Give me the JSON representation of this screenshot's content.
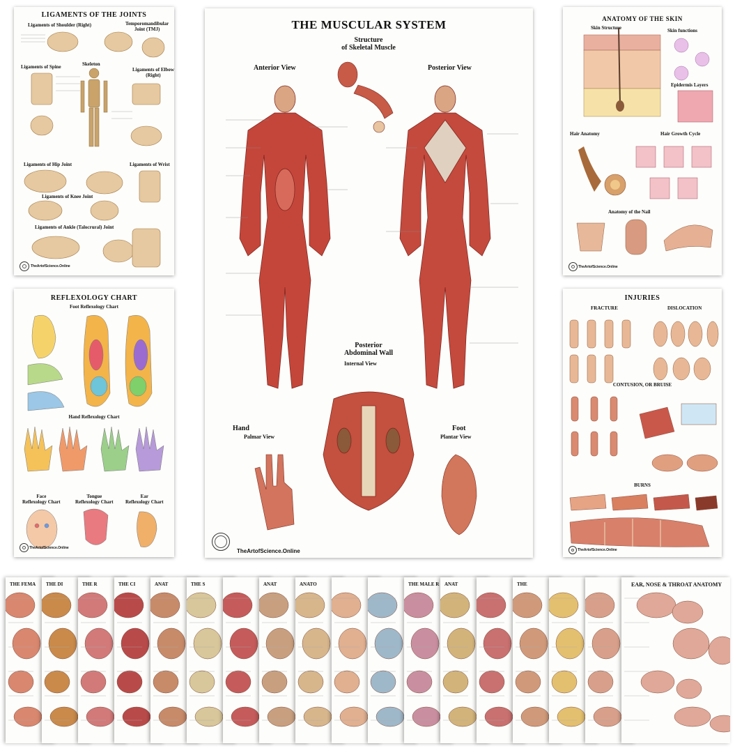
{
  "muscular": {
    "title": "THE MUSCULAR SYSTEM",
    "structure_title": "Structure\nof Skeletal Muscle",
    "anterior": "Anterior View",
    "posterior": "Posterior View",
    "abdominal": "Posterior\nAbdominal Wall",
    "internal": "Internal View",
    "hand": "Hand",
    "palmar": "Palmar View",
    "foot": "Foot",
    "plantar": "Plantar View",
    "footer": "TheArtofScience.Online"
  },
  "ligaments": {
    "title": "LIGAMENTS OF THE JOINTS",
    "shoulder": "Ligaments of Shoulder (Right)",
    "tmj": "Temporomandibular\nJoint (TMJ)",
    "spine": "Ligaments of Spine",
    "elbow": "Ligaments of Elbow\n(Right)",
    "skeleton": "Skeleton",
    "hip": "Ligaments of Hip Joint",
    "wrist": "Ligaments of Wrist",
    "knee": "Ligaments of Knee Joint",
    "ankle": "Ligaments of Ankle (Talocrural) Joint",
    "footer": "TheArtofScience.Online"
  },
  "skin": {
    "title": "ANATOMY OF THE SKIN",
    "structure": "Skin Structure",
    "functions": "Skin functions",
    "epidermis": "Epidermis Layers",
    "hair_anatomy": "Hair Anatomy",
    "hair_cycle": "Hair Growth Cycle",
    "nail": "Anatomy of the Nail",
    "footer": "TheArtofScience.Online"
  },
  "reflexology": {
    "title": "REFLEXOLOGY CHART",
    "foot_chart": "Foot Reflexology Chart",
    "hand_chart": "Hand Reflexology Chart",
    "face": "Face\nReflexology Chart",
    "tongue": "Tongue\nReflexology Chart",
    "ear": "Ear\nReflexology Chart",
    "footer": "TheArtofScience.Online"
  },
  "injuries": {
    "title": "INJURIES",
    "fracture": "FRACTURE",
    "dislocation": "DISLOCATION",
    "contusion": "CONTUSION, OR BRUISE",
    "burns": "BURNS",
    "footer": "TheArtofScience.Online"
  },
  "strips": [
    {
      "title": "THE FEMA",
      "color": "#d9876f"
    },
    {
      "title": "THE DI",
      "color": "#c98a4a"
    },
    {
      "title": "THE R",
      "color": "#d27a7a"
    },
    {
      "title": "THE CI",
      "color": "#b94a4a"
    },
    {
      "title": "ANAT",
      "color": "#c78b6a"
    },
    {
      "title": "THE S",
      "color": "#d8c79a"
    },
    {
      "title": "",
      "color": "#c55b5b"
    },
    {
      "title": "ANAT",
      "color": "#c8a080"
    },
    {
      "title": "ANATO",
      "color": "#d7b68c"
    },
    {
      "title": "",
      "color": "#e0b090"
    },
    {
      "title": "",
      "color": "#9fb8c9"
    },
    {
      "title": "THE MALE R",
      "color": "#c98fa0"
    },
    {
      "title": "ANAT",
      "color": "#d2b47a"
    },
    {
      "title": "",
      "color": "#c97070"
    },
    {
      "title": "THE",
      "color": "#d09a7a"
    },
    {
      "title": "",
      "color": "#e3c070"
    },
    {
      "title": "",
      "color": "#d8a08a"
    },
    {
      "title": "EAR, NOSE & THROAT ANATOMY",
      "color": "#e0a898"
    }
  ]
}
